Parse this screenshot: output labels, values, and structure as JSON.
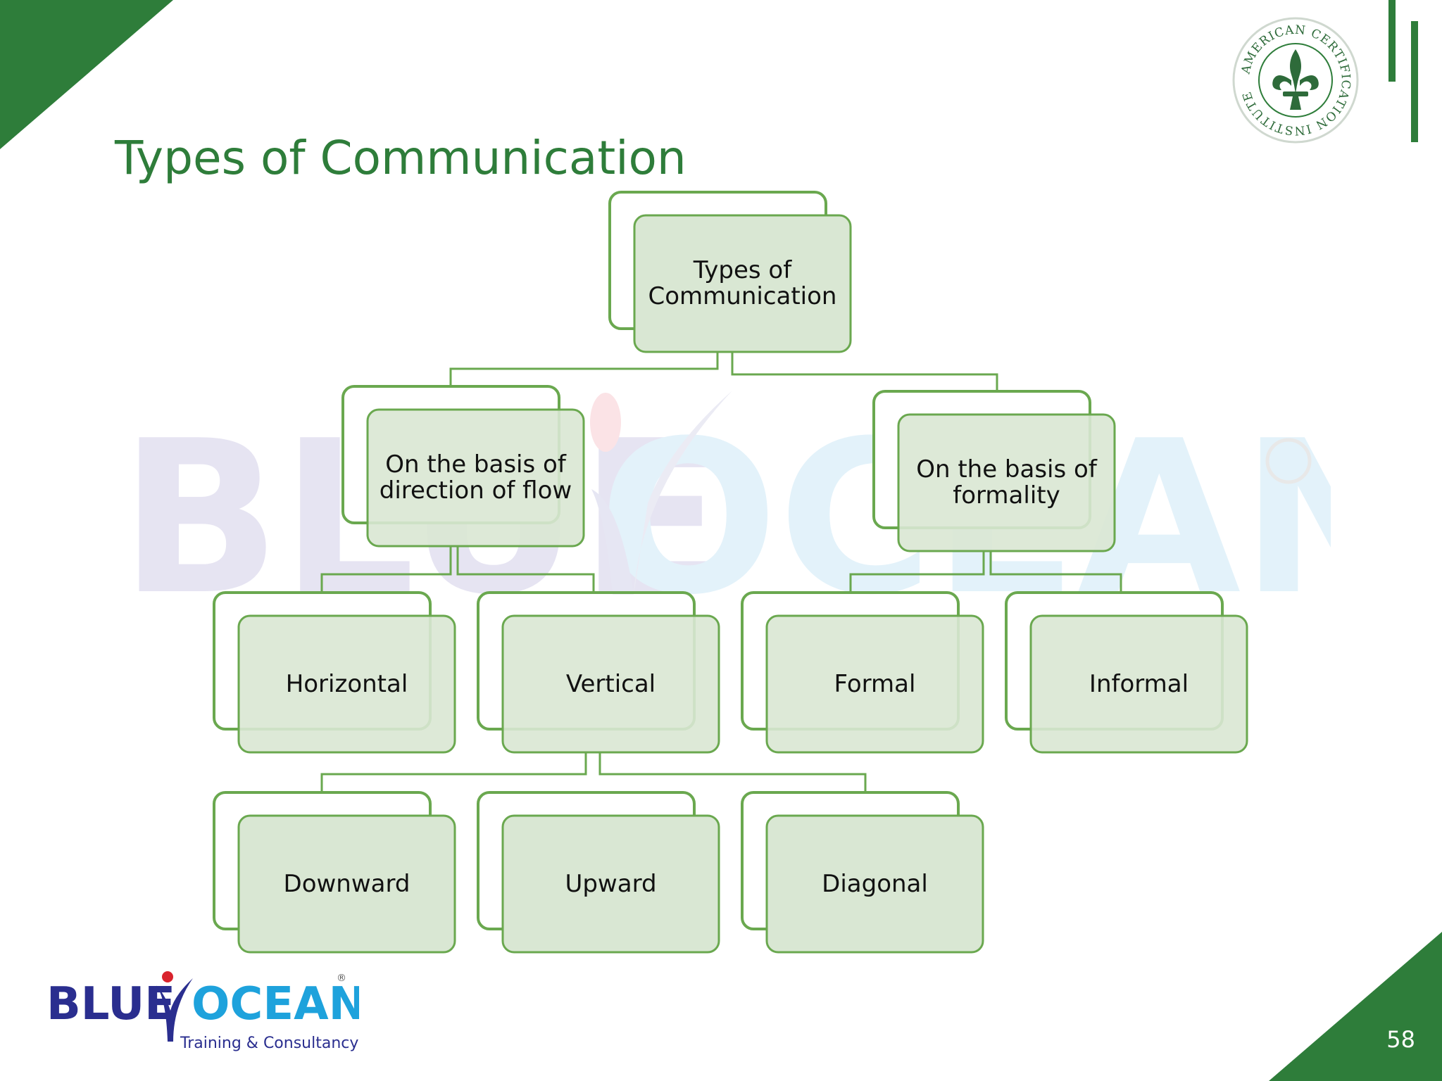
{
  "slide": {
    "title": "Types of Communication",
    "page_number": "58",
    "accent_color": "#2e7d3a",
    "box_fill": "#d9e7d3",
    "box_border": "#6aa84f"
  },
  "seal": {
    "text": "AMERICAN CERTIFICATION INSTITUTE",
    "icon": "fleur-de-lis-icon"
  },
  "logo": {
    "brand": "BLUE OCEAN",
    "registered": "®",
    "tagline": "Training & Consultancy"
  },
  "diagram": {
    "root": "Types of Communication",
    "branch_direction": "On the basis of direction of flow",
    "branch_formality": "On the basis of formality",
    "horizontal": "Horizontal",
    "vertical": "Vertical",
    "formal": "Formal",
    "informal": "Informal",
    "downward": "Downward",
    "upward": "Upward",
    "diagonal": "Diagonal"
  }
}
